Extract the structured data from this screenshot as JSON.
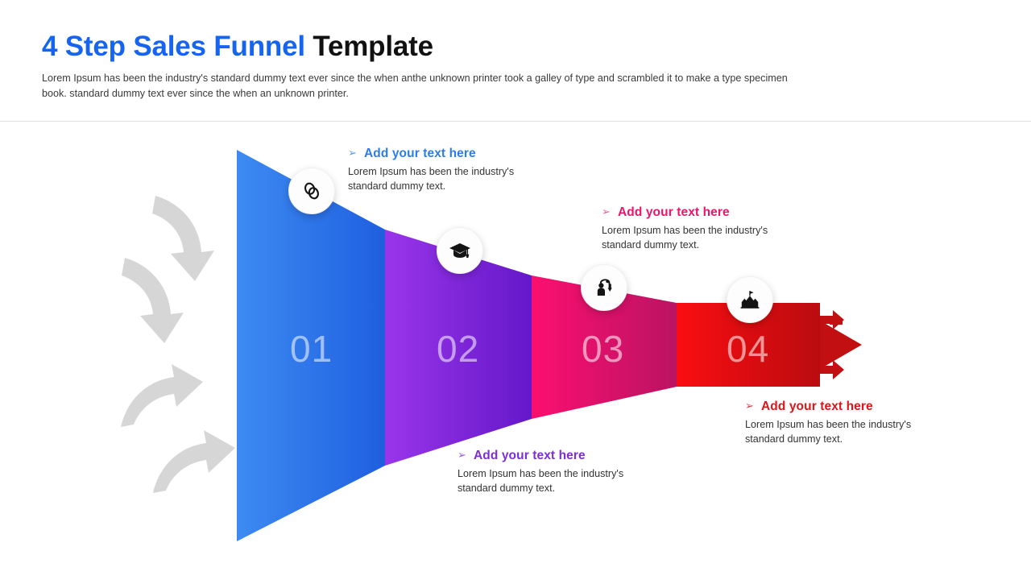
{
  "header": {
    "title_accent": "4 Step Sales Funnel",
    "title_plain": " Template",
    "subtitle": "Lorem Ipsum has been the industry's standard dummy text ever since the when anthe unknown printer took a galley of type and scrambled it to make a type specimen book. standard dummy text ever since the when an unknown printer."
  },
  "funnel": {
    "steps": [
      {
        "number": "01",
        "icon": "chain-link-icon",
        "color": "#2f6fe8",
        "color_light": "#3d8bf2"
      },
      {
        "number": "02",
        "icon": "graduation-cap-icon",
        "color": "#6a1fd0",
        "color_light": "#9a35ea"
      },
      {
        "number": "03",
        "icon": "recruitment-person-icon",
        "color": "#c21565",
        "color_light": "#fb0f6f"
      },
      {
        "number": "04",
        "icon": "growth-chart-flag-icon",
        "color": "#bf0d12",
        "color_light": "#fa0d11"
      }
    ],
    "end_arrow_color": "#c20f12"
  },
  "callouts": [
    {
      "bullet": "➢",
      "heading": "Add your text here",
      "body": "Lorem Ipsum has been the industry's\nstandard dummy text.",
      "accent": "#2b7de9"
    },
    {
      "bullet": "➢",
      "heading": "Add your text here",
      "body": "Lorem Ipsum has been the industry's\nstandard dummy text.",
      "accent": "#7b2fd4"
    },
    {
      "bullet": "➢",
      "heading": "Add your text here",
      "body": "Lorem Ipsum has been the industry's\nstandard dummy text.",
      "accent": "#f0136a"
    },
    {
      "bullet": "➢",
      "heading": "Add your text here",
      "body": "Lorem Ipsum has been the industry's\nstandard dummy text.",
      "accent": "#e4121a"
    }
  ],
  "decorations": {
    "curved_arrow_color": "#d6d6d6",
    "curved_arrows_count": 4
  }
}
